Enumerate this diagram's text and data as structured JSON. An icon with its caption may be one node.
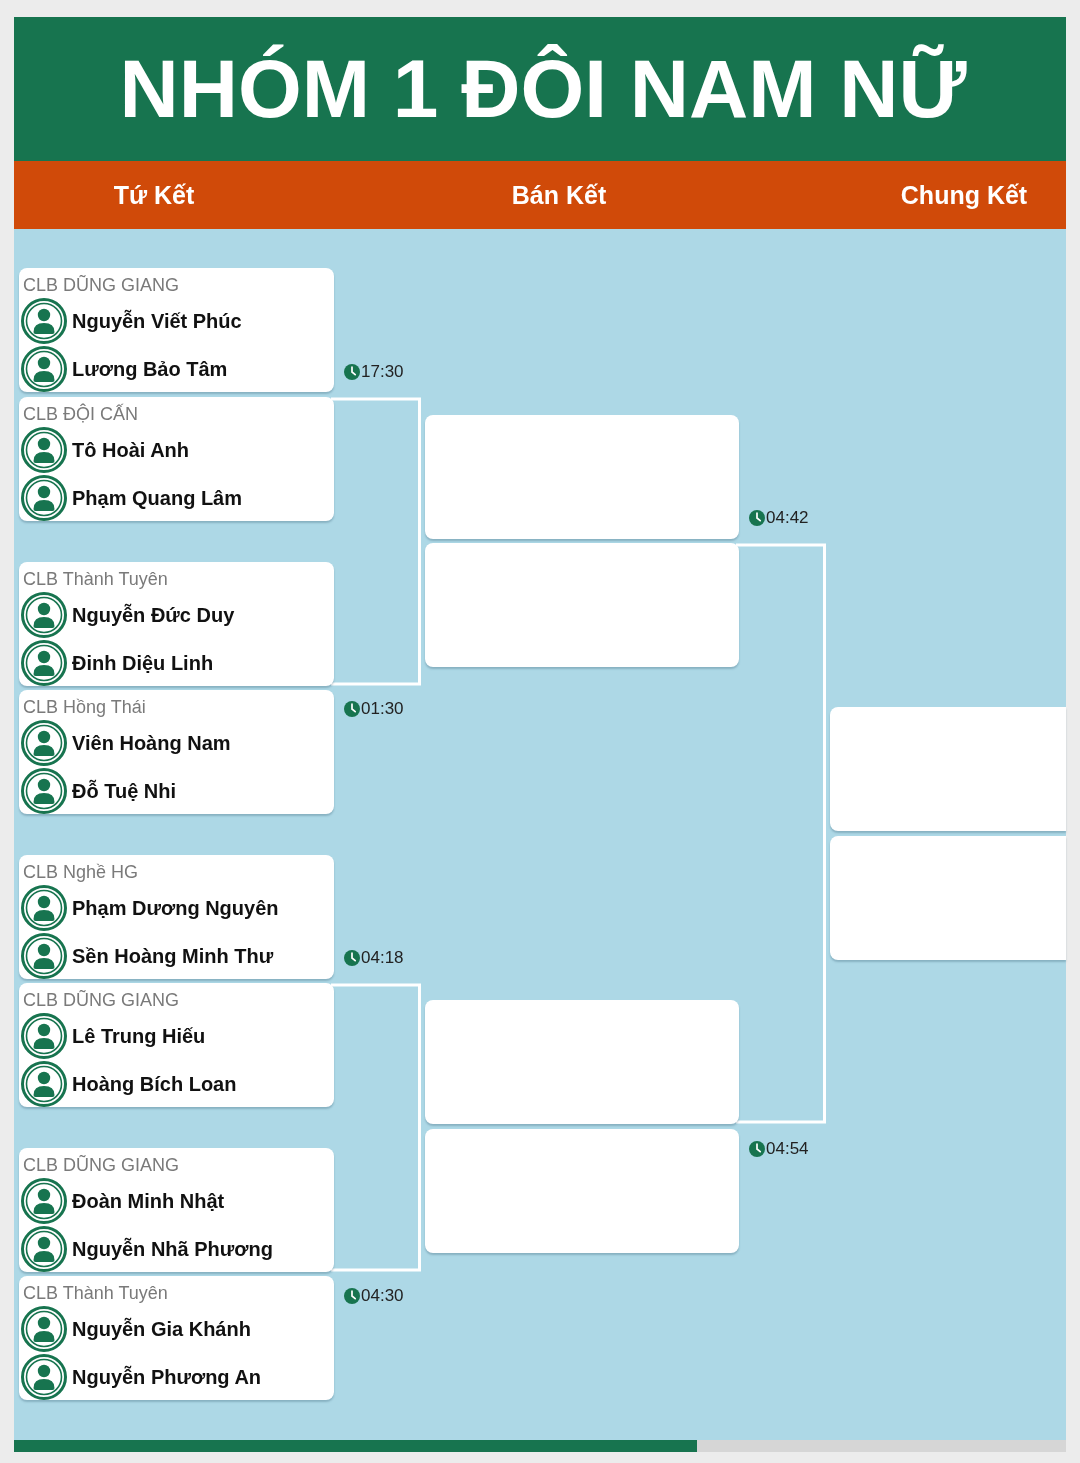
{
  "diagram": {
    "title": "NHÓM 1 ĐÔI NAM NỮ",
    "nodes": [
      {
        "text": [
          "CLB DŨNG GIANG",
          "Nguyễn Viết Phúc",
          "Lương Bảo Tâm"
        ],
        "beside": [
          "17:30"
        ]
      },
      {
        "text": [
          "CLB ĐỘI CẤN",
          "Tô Hoài Anh",
          "Phạm Quang Lâm"
        ]
      },
      {
        "text": [
          "CLB Thành Tuyên",
          "Nguyễn Đức Duy",
          "Đinh Diệu Linh"
        ]
      },
      {
        "text": [
          "CLB Hồng Thái",
          "Viên Hoàng Nam",
          "Đỗ Tuệ Nhi"
        ],
        "beside": [
          "01:30"
        ]
      },
      {
        "text": [
          "CLB Nghề HG",
          "Phạm Dương Nguyên",
          "Sền Hoàng Minh Thư"
        ],
        "beside": [
          "04:18"
        ]
      },
      {
        "text": [
          "CLB DŨNG GIANG",
          "Lê Trung Hiếu",
          "Hoàng Bích Loan"
        ]
      },
      {
        "text": [
          "CLB DŨNG GIANG",
          "Đoàn Minh Nhật",
          "Nguyễn Nhã Phương"
        ]
      },
      {
        "text": [
          "CLB Thành Tuyên",
          "Nguyễn Gia Khánh",
          "Nguyễn Phương An"
        ],
        "beside": [
          "04:30"
        ]
      },
      {
        "text": [],
        "shape": "box",
        "beside": [
          "04:42"
        ]
      },
      {
        "text": [],
        "shape": "box"
      },
      {
        "text": [],
        "shape": "box"
      },
      {
        "text": [],
        "shape": "box",
        "beside": [
          "04:54"
        ]
      },
      {
        "text": [],
        "shape": "box"
      },
      {
        "text": [],
        "shape": "box"
      }
    ],
    "edges": [
      {
        "from": 1,
        "to": 2,
        "arrow": "none"
      },
      {
        "from": 5,
        "to": 6,
        "arrow": "none"
      },
      {
        "from": 9,
        "to": 10,
        "arrow": "none"
      }
    ],
    "labels": [
      "Tứ Kết",
      "Bán Kết",
      "Chung Kết"
    ]
  }
}
